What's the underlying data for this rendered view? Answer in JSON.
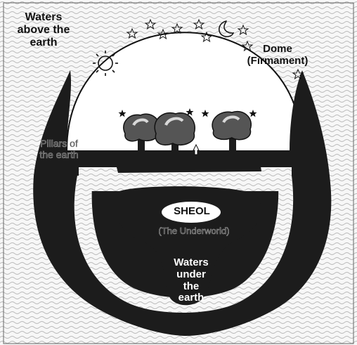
{
  "labels": {
    "waters_above": "Waters above the earth",
    "dome": "Dome (Firmament)",
    "pillars": "Pillars of the earth",
    "sheol": "SHEOL",
    "underworld": "(The Underworld)",
    "waters_under": "Waters under the earth"
  },
  "icons": {
    "sun": "sun-icon",
    "moon": "crescent-moon-icon",
    "stars": "star-icon",
    "trees": "tree-icon",
    "person": "person-icon"
  },
  "colors": {
    "earth": "#1c1c1c",
    "dome_interior": "#ffffff",
    "waters_texture": "#b9b9b9",
    "background": "#f7f7f7",
    "tree_highlight": "#d8d8d8"
  }
}
